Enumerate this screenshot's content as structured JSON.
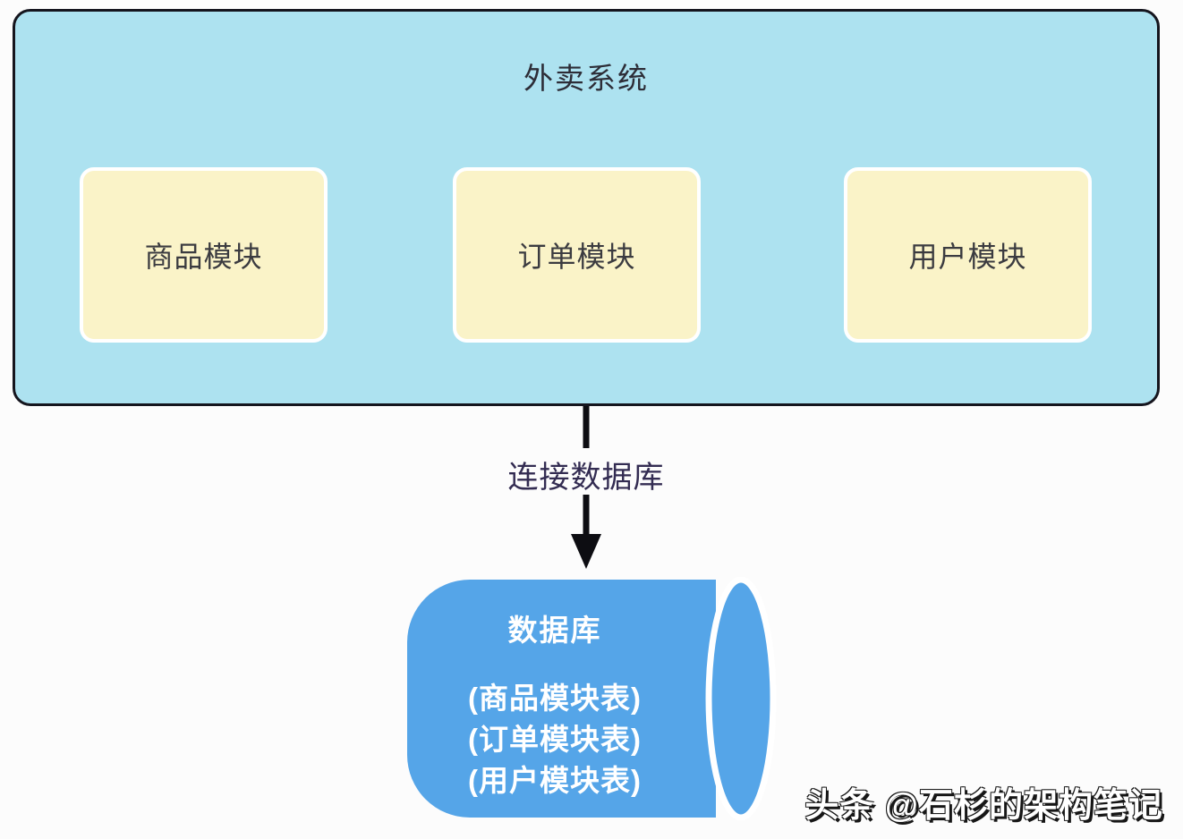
{
  "system": {
    "title": "外卖系统",
    "modules": [
      {
        "label": "商品模块"
      },
      {
        "label": "订单模块"
      },
      {
        "label": "用户模块"
      }
    ]
  },
  "connection": {
    "label": "连接数据库"
  },
  "database": {
    "title": "数据库",
    "tables": [
      "(商品模块表)",
      "(订单模块表)",
      "(用户模块表)"
    ]
  },
  "watermark": "头条 @石杉的架构笔记",
  "colors": {
    "system_fill": "#ade2f0",
    "system_border": "#15151e",
    "module_fill": "#faf3c8",
    "module_border": "#ffffff",
    "module_text": "#3b3b40",
    "database_fill": "#55a5e8",
    "database_text": "#ffffff",
    "arrow": "#0d0d12",
    "connection_text": "#332c52",
    "watermark_text": "#ffffff"
  }
}
